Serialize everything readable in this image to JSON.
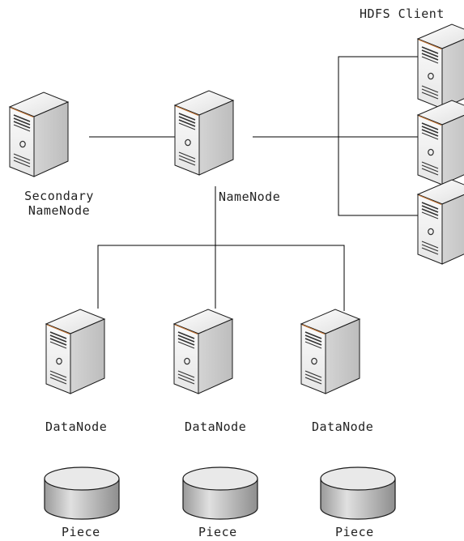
{
  "labels": {
    "hdfs_client": "HDFS Client",
    "secondary_line1": "Secondary",
    "secondary_line2": "NameNode",
    "namenode": "NameNode",
    "datanode_1": "DataNode",
    "datanode_2": "DataNode",
    "datanode_3": "DataNode",
    "piece_1": "Piece",
    "piece_2": "Piece",
    "piece_3": "Piece"
  },
  "icons": {
    "server": "server-tower-icon",
    "disk": "disk-cylinder-icon"
  },
  "colors": {
    "line": "#000000",
    "server_body": "#f2f2f2",
    "server_side": "#d9d9d9",
    "server_edge": "#1a1a1a",
    "server_accent": "#c87a3a",
    "disk_fill": "#d0d0d0",
    "disk_top": "#e8e8e8"
  }
}
